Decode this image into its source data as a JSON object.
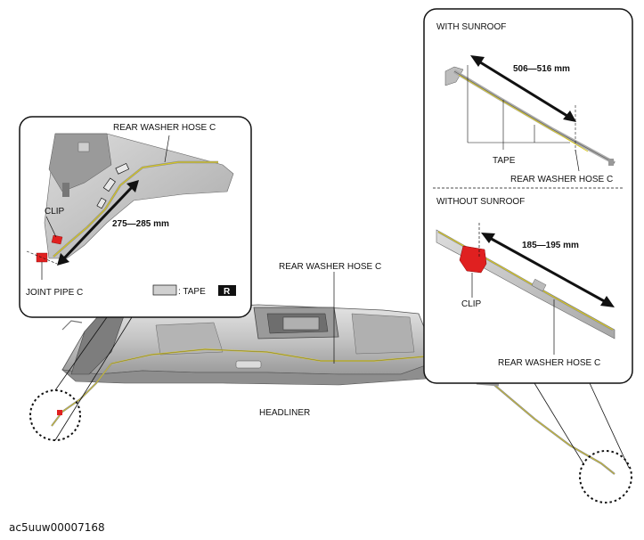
{
  "labels": {
    "rear_washer_hose_c": "REAR WASHER HOSE C",
    "clip": "CLIP",
    "joint_pipe_c": "JOINT PIPE C",
    "tape_legend": ": TAPE",
    "r_mark": "R",
    "headliner": "HEADLINER",
    "with_sunroof": "WITH SUNROOF",
    "without_sunroof": "WITHOUT SUNROOF",
    "tape": "TAPE"
  },
  "dimensions": {
    "front_clip_distance": "275—285 mm",
    "with_sunroof_distance": "506—516 mm",
    "without_sunroof_distance": "185—195 mm"
  },
  "figure_code": "ac5uuw00007168",
  "colors": {
    "hose": "#d8c820",
    "clip": "#e02020",
    "headliner_fill": "#c8c8c8",
    "headliner_dark": "#8a8a8a"
  }
}
